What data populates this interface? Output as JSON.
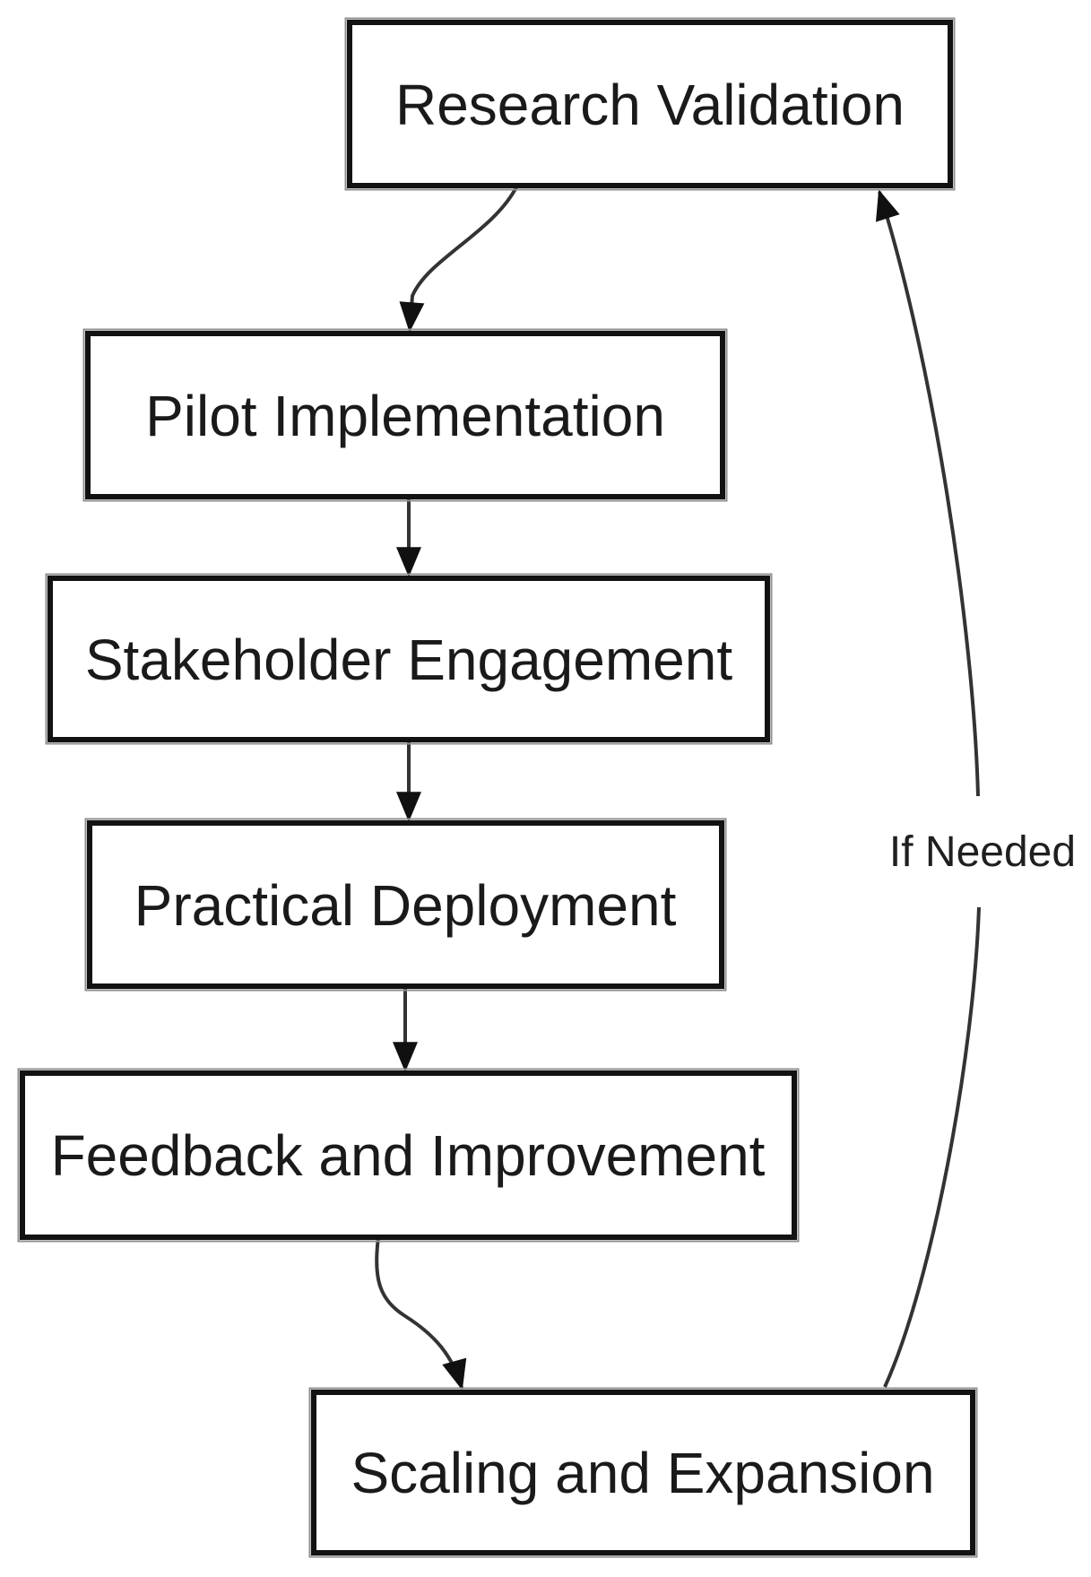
{
  "diagram": {
    "type": "flowchart",
    "direction": "top-down",
    "background_color": "#ffffff",
    "box_fill": "#ffffff",
    "box_border_color": "#121212",
    "arrow_color": "#333333",
    "text_color": "#1a1a1a",
    "nodes": [
      {
        "id": "research-validation",
        "label": "Research Validation"
      },
      {
        "id": "pilot-implementation",
        "label": "Pilot Implementation"
      },
      {
        "id": "stakeholder-engagement",
        "label": "Stakeholder Engagement"
      },
      {
        "id": "practical-deployment",
        "label": "Practical Deployment"
      },
      {
        "id": "feedback-and-improvement",
        "label": "Feedback and Improvement"
      },
      {
        "id": "scaling-and-expansion",
        "label": "Scaling and Expansion"
      }
    ],
    "edges": [
      {
        "from": "research-validation",
        "to": "pilot-implementation"
      },
      {
        "from": "pilot-implementation",
        "to": "stakeholder-engagement"
      },
      {
        "from": "stakeholder-engagement",
        "to": "practical-deployment"
      },
      {
        "from": "practical-deployment",
        "to": "feedback-and-improvement"
      },
      {
        "from": "feedback-and-improvement",
        "to": "scaling-and-expansion"
      },
      {
        "from": "scaling-and-expansion",
        "to": "research-validation",
        "label": "If Needed"
      }
    ]
  }
}
